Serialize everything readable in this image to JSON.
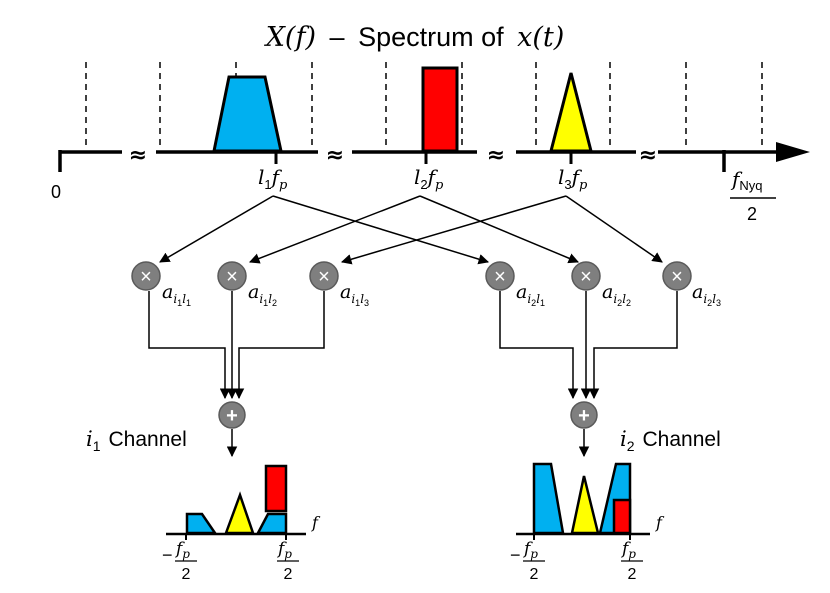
{
  "title": {
    "math": "X(f)",
    "dash": "–",
    "text": "Spectrum of",
    "math2": "x(t)"
  },
  "spectrum": {
    "origin_label": "0",
    "break_symbol": "≈",
    "labels": {
      "l1": {
        "base": "l",
        "sub": "1",
        "tail": "f",
        "tail_sub": "p"
      },
      "l2": {
        "base": "l",
        "sub": "2",
        "tail": "f",
        "tail_sub": "p"
      },
      "l3": {
        "base": "l",
        "sub": "3",
        "tail": "f",
        "tail_sub": "p"
      }
    },
    "nyquist": {
      "num": "f",
      "num_sub": "Nyq",
      "den": "2"
    },
    "colors": {
      "blue": "#00b0f0",
      "red": "#ff0000",
      "yellow": "#ffff00",
      "line": "#000000"
    }
  },
  "mixers": {
    "left": [
      {
        "symbol": "×",
        "coef": "a",
        "s1": "i",
        "s1s": "1",
        "s2": "l",
        "s2s": "1"
      },
      {
        "symbol": "×",
        "coef": "a",
        "s1": "i",
        "s1s": "1",
        "s2": "l",
        "s2s": "2"
      },
      {
        "symbol": "×",
        "coef": "a",
        "s1": "i",
        "s1s": "1",
        "s2": "l",
        "s2s": "3"
      }
    ],
    "right": [
      {
        "symbol": "×",
        "coef": "a",
        "s1": "i",
        "s1s": "2",
        "s2": "l",
        "s2s": "1"
      },
      {
        "symbol": "×",
        "coef": "a",
        "s1": "i",
        "s1s": "2",
        "s2": "l",
        "s2s": "2"
      },
      {
        "symbol": "×",
        "coef": "a",
        "s1": "i",
        "s1s": "2",
        "s2": "l",
        "s2s": "3"
      }
    ],
    "node_color": "#7f7f7f"
  },
  "adders": {
    "symbol": "+"
  },
  "channels": {
    "left": {
      "var": "i",
      "sub": "1",
      "label": "Channel"
    },
    "right": {
      "var": "i",
      "sub": "2",
      "label": "Channel"
    }
  },
  "output_axis": {
    "f": "f",
    "neg_sign": "−",
    "frac_num": "f",
    "frac_num_sub": "p",
    "frac_den": "2"
  }
}
